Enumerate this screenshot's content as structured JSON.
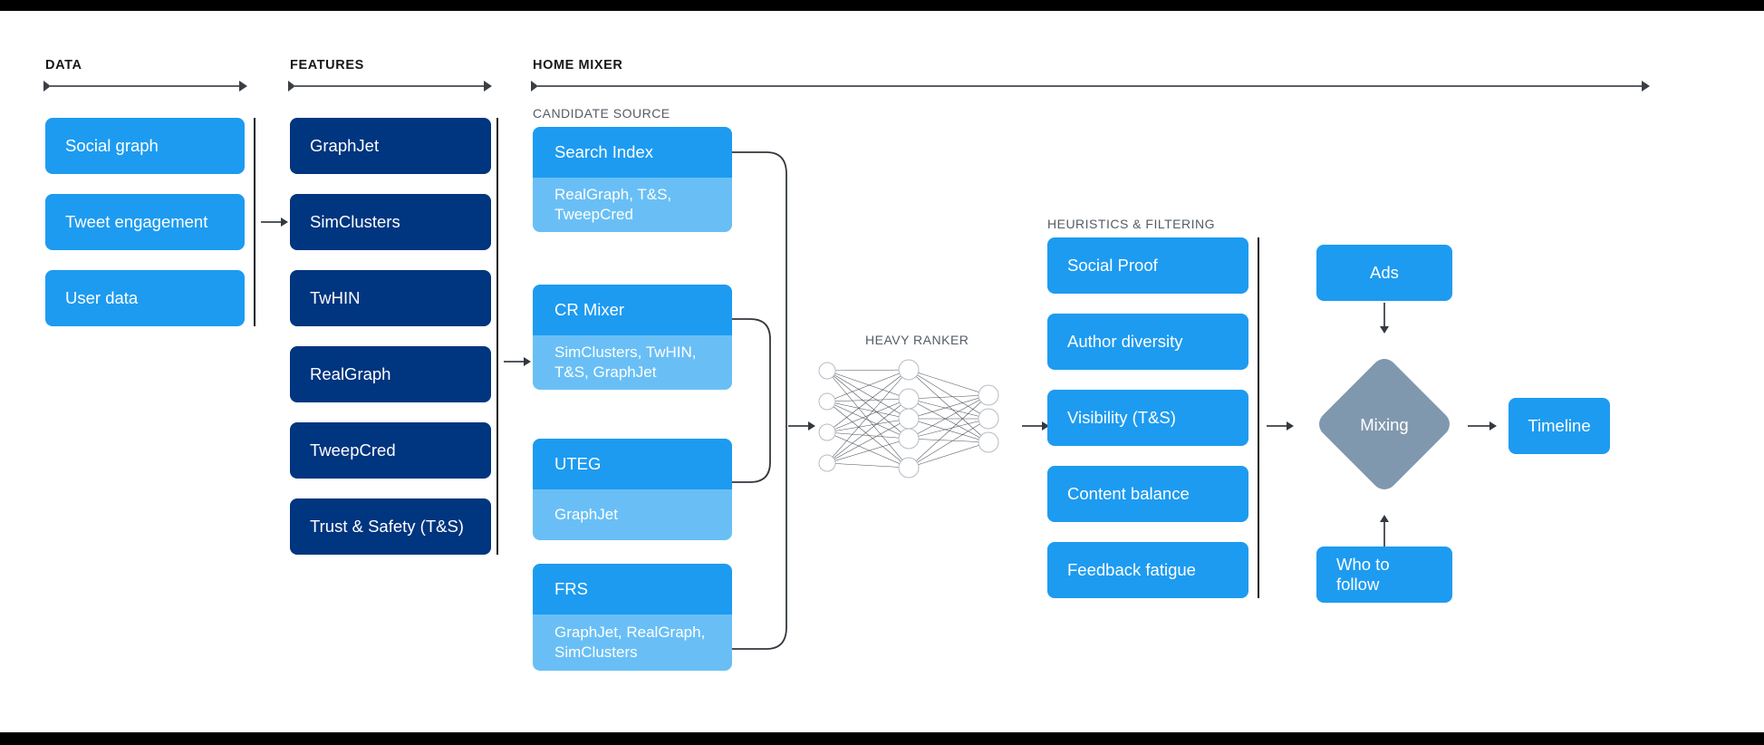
{
  "sections": {
    "data": {
      "title": "DATA"
    },
    "features": {
      "title": "FEATURES"
    },
    "home_mixer": {
      "title": "HOME MIXER"
    },
    "candidate_source": {
      "label": "CANDIDATE SOURCE"
    },
    "heavy_ranker": {
      "label": "HEAVY RANKER"
    },
    "heuristics": {
      "label": "HEURISTICS & FILTERING"
    }
  },
  "data_boxes": [
    {
      "label": "Social graph"
    },
    {
      "label": "Tweet engagement"
    },
    {
      "label": "User data"
    }
  ],
  "feature_boxes": [
    {
      "label": "GraphJet"
    },
    {
      "label": "SimClusters"
    },
    {
      "label": "TwHIN"
    },
    {
      "label": "RealGraph"
    },
    {
      "label": "TweepCred"
    },
    {
      "label": "Trust & Safety (T&S)"
    }
  ],
  "candidate_sources": [
    {
      "name": "Search Index",
      "detail": "RealGraph, T&S, TweepCred"
    },
    {
      "name": "CR Mixer",
      "detail": "SimClusters, TwHIN, T&S, GraphJet"
    },
    {
      "name": "UTEG",
      "detail": "GraphJet"
    },
    {
      "name": "FRS",
      "detail": "GraphJet, RealGraph, SimClusters"
    }
  ],
  "heuristics_boxes": [
    {
      "label": "Social Proof"
    },
    {
      "label": "Author diversity"
    },
    {
      "label": "Visibility (T&S)"
    },
    {
      "label": "Content balance"
    },
    {
      "label": "Feedback fatigue"
    }
  ],
  "mixing": {
    "ads_label": "Ads",
    "node_label": "Mixing",
    "who_to_follow_label": "Who to follow",
    "timeline_label": "Timeline"
  },
  "network": {
    "input_nodes": 4,
    "hidden_nodes": 5,
    "output_nodes": 3
  },
  "colors": {
    "navy": "#00357f",
    "blue": "#1d9bf0",
    "light_blue": "#69bff5",
    "slate": "#8098ae",
    "ink": "#16181c",
    "muted": "#555c64"
  }
}
